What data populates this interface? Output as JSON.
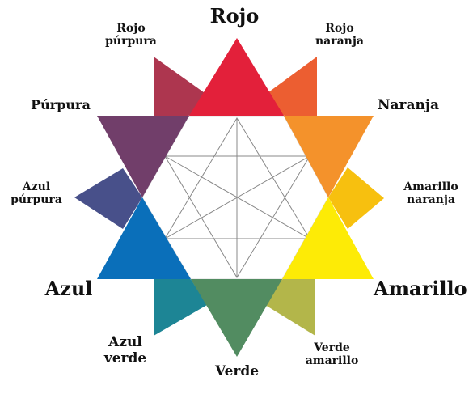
{
  "colors": {
    "rojo": "#e3203a",
    "rojo_naranja": "#ec5e31",
    "naranja": "#f4922b",
    "amarillo_naranja": "#f7c00f",
    "amarillo": "#fdeb06",
    "verde_amarillo": "#b3b64a",
    "verde": "#528c61",
    "azul_verde": "#1d8595",
    "azul": "#0a6fba",
    "azul_purpura": "#48508a",
    "purpura": "#713e6a",
    "rojo_purpura": "#ad364f",
    "hexagon_lines": "#888888"
  },
  "labels": {
    "rojo": "Rojo",
    "rojo_naranja_1": "Rojo",
    "rojo_naranja_2": "naranja",
    "naranja": "Naranja",
    "amarillo_naranja_1": "Amarillo",
    "amarillo_naranja_2": "naranja",
    "amarillo": "Amarillo",
    "verde_amarillo_1": "Verde",
    "verde_amarillo_2": "amarillo",
    "verde": "Verde",
    "azul_verde_1": "Azul",
    "azul_verde_2": "verde",
    "azul": "Azul",
    "azul_purpura_1": "Azul",
    "azul_purpura_2": "púrpura",
    "purpura": "Púrpura",
    "rojo_purpura_1": "Rojo",
    "rojo_purpura_2": "púrpura"
  }
}
